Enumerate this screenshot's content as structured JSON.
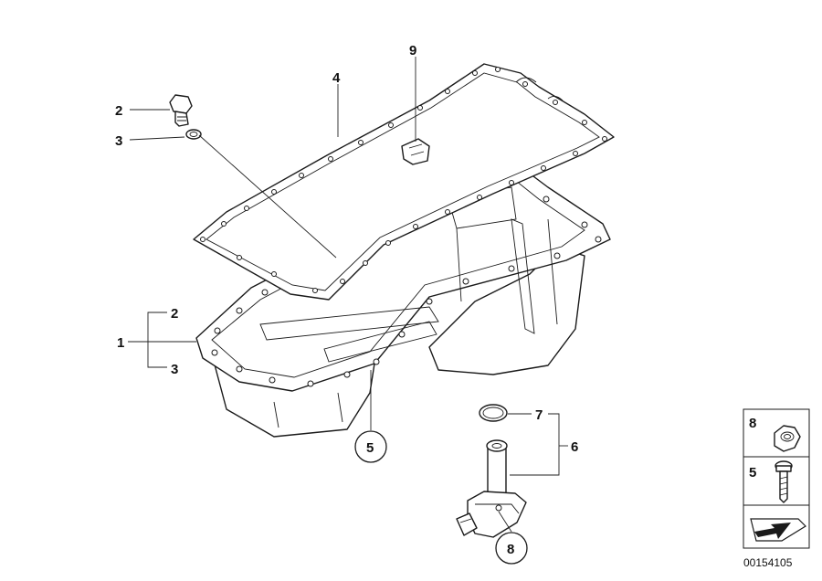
{
  "callouts": {
    "c1": "1",
    "c2a": "2",
    "c2b": "2",
    "c3a": "3",
    "c3b": "3",
    "c4": "4",
    "c5": "5",
    "c6": "6",
    "c7": "7",
    "c8": "8",
    "c9": "9"
  },
  "legend": {
    "item8": "8",
    "item5": "5"
  },
  "diagram_code": "00154105",
  "colors": {
    "line": "#1a1a1a",
    "background": "#ffffff",
    "shade": "#9a9a9a"
  }
}
